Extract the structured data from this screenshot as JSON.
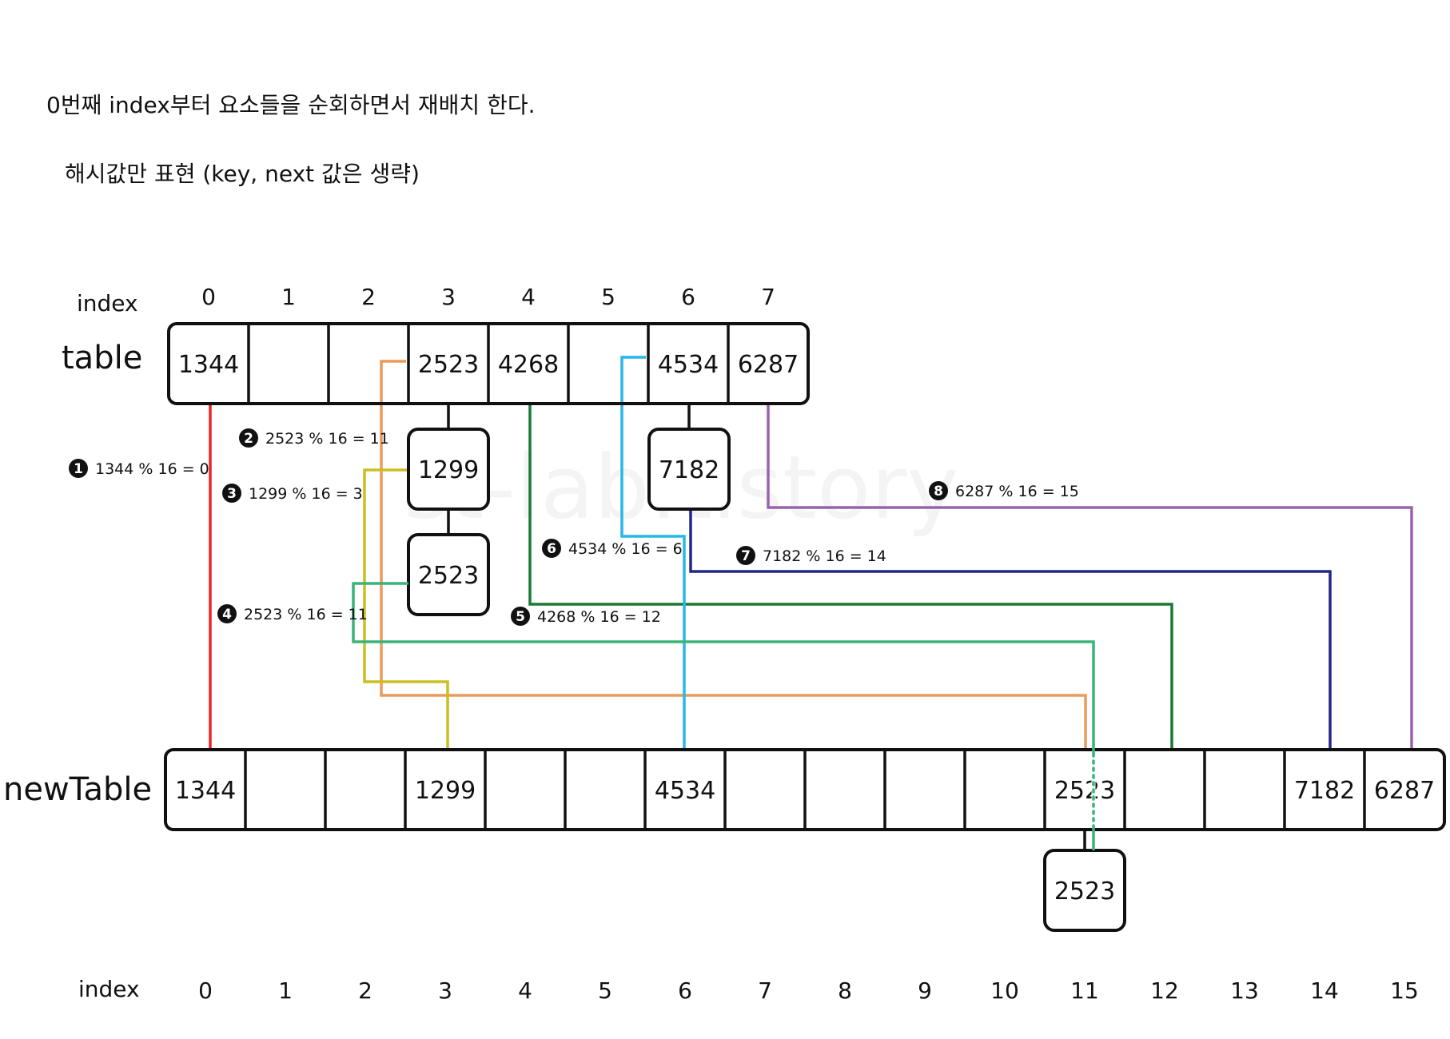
{
  "intro": {
    "line1": "0번째 index부터 요소들을 순회하면서 재배치 한다.",
    "line2": "해시값만 표현 (key, next 값은 생략)"
  },
  "labels": {
    "table": "table",
    "new_table": "newTable",
    "index_top": "index",
    "index_bottom": "index"
  },
  "watermark": "st-lab.tistory",
  "table": {
    "indices": [
      "0",
      "1",
      "2",
      "3",
      "4",
      "5",
      "6",
      "7"
    ],
    "cells": [
      "1344",
      "",
      "",
      "2523",
      "4268",
      "",
      "4534",
      "6287"
    ]
  },
  "new_table": {
    "indices": [
      "0",
      "1",
      "2",
      "3",
      "4",
      "5",
      "6",
      "7",
      "8",
      "9",
      "10",
      "11",
      "12",
      "13",
      "14",
      "15"
    ],
    "cells": [
      "1344",
      "",
      "",
      "1299",
      "",
      "",
      "4534",
      "",
      "",
      "",
      "",
      "2523",
      "",
      "",
      "7182",
      "6287"
    ]
  },
  "chain_nodes": [
    {
      "id": "t3-next1",
      "value": "1299",
      "parent": "table.3"
    },
    {
      "id": "t3-next2",
      "value": "2523",
      "parent": "t3-next1"
    },
    {
      "id": "t6-next1",
      "value": "7182",
      "parent": "table.6"
    },
    {
      "id": "n11-next1",
      "value": "2523",
      "parent": "newTable.11"
    }
  ],
  "steps": [
    {
      "num": "1",
      "text": "1344 % 16 = 0",
      "color": "#ee2424",
      "from": "table.0",
      "to": "newTable.0"
    },
    {
      "num": "2",
      "text": "2523 % 16 = 11",
      "color": "#ec9a5a",
      "from": "table.3",
      "to": "newTable.11"
    },
    {
      "num": "3",
      "text": "1299 % 16 = 3",
      "color": "#cbbf22",
      "from": "t3-next1",
      "to": "newTable.3"
    },
    {
      "num": "4",
      "text": "2523 % 16 = 11",
      "color": "#3ab478",
      "from": "t3-next2",
      "to": "n11-next1"
    },
    {
      "num": "5",
      "text": "4268 % 16 = 12",
      "color": "#1a7a33",
      "from": "table.4",
      "to": "newTable.12"
    },
    {
      "num": "6",
      "text": "4534 % 16 = 6",
      "color": "#27b7ea",
      "from": "table.6",
      "to": "newTable.6"
    },
    {
      "num": "7",
      "text": "7182 % 16 = 14",
      "color": "#232688",
      "from": "t6-next1",
      "to": "newTable.14"
    },
    {
      "num": "8",
      "text": "6287 % 16 = 15",
      "color": "#9862ae",
      "from": "table.7",
      "to": "newTable.15"
    }
  ]
}
